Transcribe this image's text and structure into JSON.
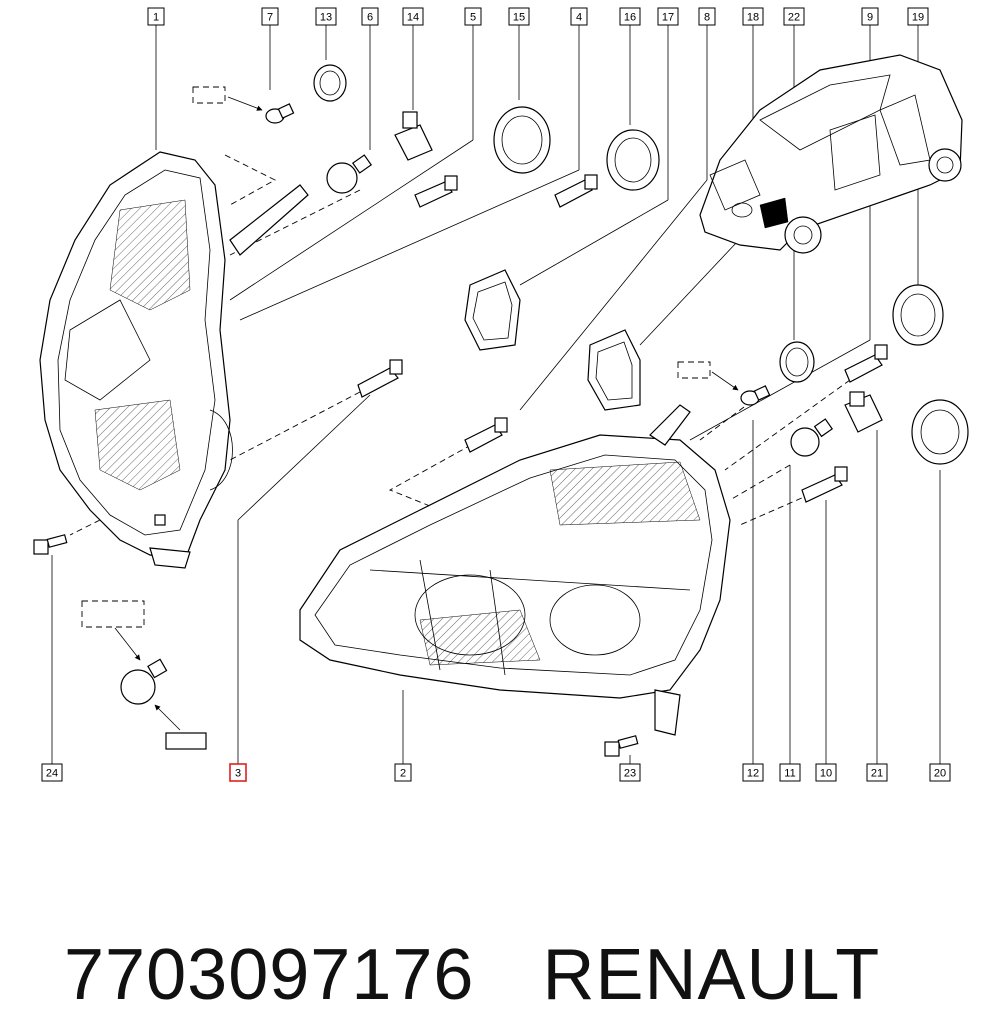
{
  "callouts": [
    {
      "id": "c1",
      "label": "1"
    },
    {
      "id": "c7",
      "label": "7"
    },
    {
      "id": "c13",
      "label": "13"
    },
    {
      "id": "c6",
      "label": "6"
    },
    {
      "id": "c14",
      "label": "14"
    },
    {
      "id": "c5",
      "label": "5"
    },
    {
      "id": "c15",
      "label": "15"
    },
    {
      "id": "c4",
      "label": "4"
    },
    {
      "id": "c16",
      "label": "16"
    },
    {
      "id": "c17",
      "label": "17"
    },
    {
      "id": "c8",
      "label": "8"
    },
    {
      "id": "c18",
      "label": "18"
    },
    {
      "id": "c22",
      "label": "22"
    },
    {
      "id": "c9",
      "label": "9"
    },
    {
      "id": "c19",
      "label": "19"
    },
    {
      "id": "c24",
      "label": "24"
    },
    {
      "id": "c3",
      "label": "3",
      "highlighted": true
    },
    {
      "id": "c2",
      "label": "2"
    },
    {
      "id": "c23",
      "label": "23"
    },
    {
      "id": "c12",
      "label": "12"
    },
    {
      "id": "c11",
      "label": "11"
    },
    {
      "id": "c10",
      "label": "10"
    },
    {
      "id": "c21",
      "label": "21"
    },
    {
      "id": "c20",
      "label": "20"
    }
  ],
  "footer": {
    "part_number": "7703097176",
    "brand": "RENAULT"
  },
  "colors": {
    "line": "#000000",
    "highlight": "#e0201c",
    "background": "#ffffff"
  }
}
